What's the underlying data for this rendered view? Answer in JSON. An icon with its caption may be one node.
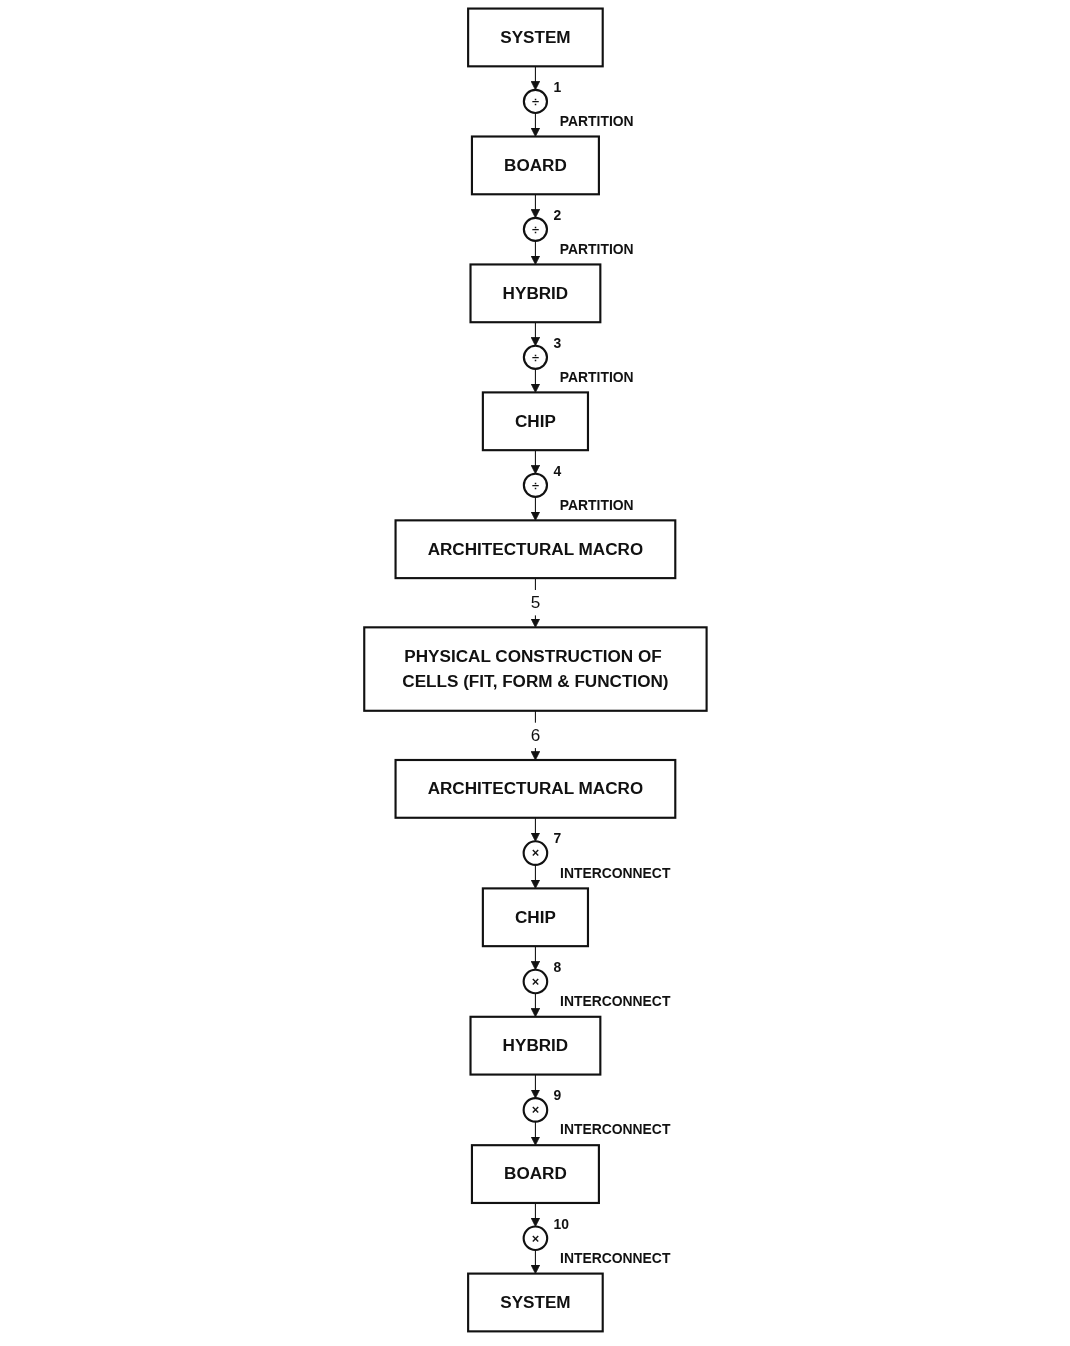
{
  "diagram": {
    "nodes": [
      {
        "text": [
          "SYSTEM"
        ]
      },
      {
        "text": [
          "÷"
        ],
        "beside": [
          "1",
          "PARTITION"
        ]
      },
      {
        "text": [
          "BOARD"
        ]
      },
      {
        "text": [
          "÷"
        ],
        "beside": [
          "2",
          "PARTITION"
        ]
      },
      {
        "text": [
          "HYBRID"
        ]
      },
      {
        "text": [
          "÷"
        ],
        "beside": [
          "3",
          "PARTITION"
        ]
      },
      {
        "text": [
          "CHIP"
        ]
      },
      {
        "text": [
          "÷"
        ],
        "beside": [
          "4",
          "PARTITION"
        ]
      },
      {
        "text": [
          "ARCHITECTURAL MACRO"
        ]
      },
      {
        "text": [
          "PHYSICAL CONSTRUCTION OF CELLS (FIT, FORM & FUNCTION)"
        ]
      },
      {
        "text": [
          "SYSTEM"
        ]
      },
      {
        "text": [
          "×"
        ],
        "beside": [
          "10",
          "INTERCONNECT"
        ]
      },
      {
        "text": [
          "BOARD"
        ]
      },
      {
        "text": [
          "×"
        ],
        "beside": [
          "9",
          "INTERCONNECT"
        ]
      },
      {
        "text": [
          "HYBRID"
        ]
      },
      {
        "text": [
          "×"
        ],
        "beside": [
          "8",
          "INTERCONNECT"
        ]
      },
      {
        "text": [
          "CHIP"
        ]
      },
      {
        "text": [
          "×"
        ],
        "beside": [
          "7",
          "INTERCONNECT"
        ]
      },
      {
        "text": [
          "ARCHITECTURAL MACRO"
        ]
      }
    ],
    "edges": [
      {
        "from": 0,
        "to": 1,
        "arrow": "to"
      },
      {
        "from": 1,
        "to": 2,
        "arrow": "to"
      },
      {
        "from": 2,
        "to": 3,
        "arrow": "to"
      },
      {
        "from": 3,
        "to": 4,
        "arrow": "to"
      },
      {
        "from": 4,
        "to": 5,
        "arrow": "to"
      },
      {
        "from": 5,
        "to": 6,
        "arrow": "to"
      },
      {
        "from": 6,
        "to": 7,
        "arrow": "to"
      },
      {
        "from": 7,
        "to": 8,
        "arrow": "to"
      },
      {
        "from": 8,
        "to": 9,
        "arrow": "to",
        "label": "5"
      },
      {
        "from": 9,
        "to": 18,
        "arrow": "to",
        "label": "6"
      },
      {
        "from": 18,
        "to": 17,
        "arrow": "to"
      },
      {
        "from": 17,
        "to": 16,
        "arrow": "to"
      },
      {
        "from": 16,
        "to": 15,
        "arrow": "to"
      },
      {
        "from": 15,
        "to": 14,
        "arrow": "to"
      },
      {
        "from": 14,
        "to": 13,
        "arrow": "to"
      },
      {
        "from": 13,
        "to": 12,
        "arrow": "to"
      },
      {
        "from": 12,
        "to": 11,
        "arrow": "to"
      },
      {
        "from": 11,
        "to": 10,
        "arrow": "to"
      }
    ]
  }
}
